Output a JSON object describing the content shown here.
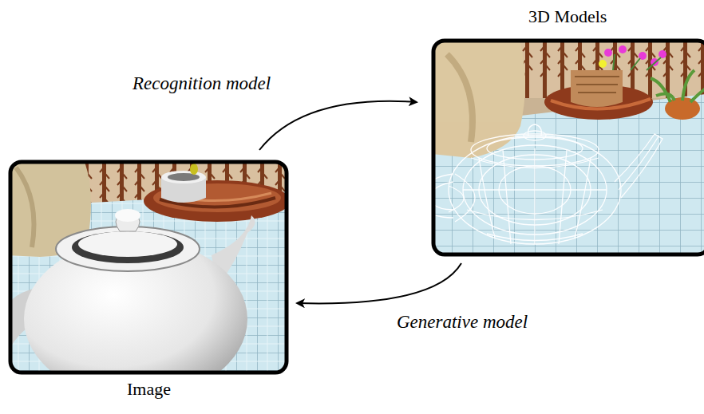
{
  "diagram": {
    "nodes": [
      {
        "text": [
          "Image"
        ]
      },
      {
        "text": [
          "3D Models"
        ]
      }
    ],
    "edges": [
      {
        "from": 0,
        "to": 1,
        "arrow": "to",
        "label": "Recognition model"
      },
      {
        "from": 1,
        "to": 0,
        "arrow": "to",
        "label": "Generative model"
      }
    ]
  }
}
